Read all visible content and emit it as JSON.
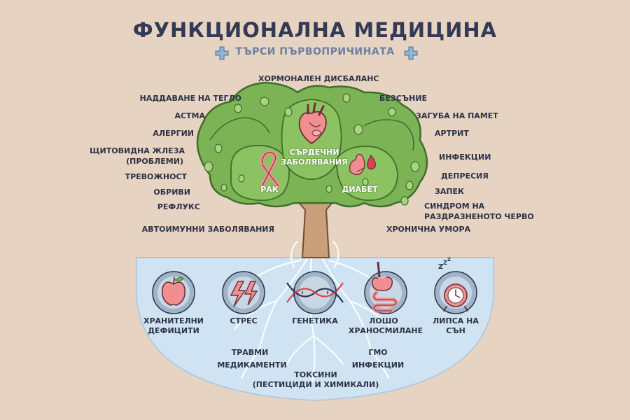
{
  "title": "ФУНКЦИОНАЛНА МЕДИЦИНА",
  "subtitle": "ТЪРСИ ПЪРВОПРИЧИНАТА",
  "colors": {
    "background": "#e6d3c1",
    "title": "#333a55",
    "subtitle": "#6b7fa3",
    "tree_green": "#7cb455",
    "tree_dark": "#3f6e2a",
    "trunk": "#c9a07a",
    "roots_bg": "#cfe3f3",
    "icon_circle": "#9fb3c9",
    "accent_pink": "#ee8a8a"
  },
  "left_symptoms": [
    "НАДДАВАНЕ НА ТЕГЛО",
    "АСТМА",
    "АЛЕРГИИ",
    "ЩИТОВИДНА ЖЛЕЗА",
    "(ПРОБЛЕМИ)",
    "ТРЕВОЖНОСТ",
    "ОБРИВИ",
    "РЕФЛУКС",
    "АВТОИМУННИ ЗАБОЛЯВАНИЯ"
  ],
  "right_symptoms": [
    "БЕЗСЪНИЕ",
    "ЗАГУБА НА ПАМЕТ",
    "АРТРИТ",
    "ИНФЕКЦИИ",
    "ДЕПРЕСИЯ",
    "ЗАПЕК",
    "СИНДРОМ НА",
    "РАЗДРАЗНЕНОТО ЧЕРВО",
    "ХРОНИЧНА УМОРА"
  ],
  "top_symptom": "ХОРМОНАЛЕН ДИСБАЛАНС",
  "tree_labels": {
    "cancer": "РАК",
    "heart_line1": "СЪРДЕЧНИ",
    "heart_line2": "ЗАБОЛЯВАНИЯ",
    "diabetes": "ДИАБЕТ"
  },
  "root_causes": {
    "nutrition_line1": "ХРАНИТЕЛНИ",
    "nutrition_line2": "ДЕФИЦИТИ",
    "stress": "СТРЕС",
    "genetics": "ГЕНЕТИКА",
    "digestion_line1": "ЛОШО",
    "digestion_line2": "ХРАНОСМИЛАНЕ",
    "sleep_line1": "ЛИПСА НА",
    "sleep_line2": "СЪН"
  },
  "deep_causes": {
    "trauma": "ТРАВМИ",
    "medications": "МЕДИКАМЕНТИ",
    "gmo": "ГМО",
    "infections": "ИНФЕКЦИИ",
    "toxins_line1": "ТОКСИНИ",
    "toxins_line2": "(ПЕСТИЦИДИ И ХИМИКАЛИ)"
  },
  "icons": {
    "cross": "medical-cross-icon",
    "apple": "apple-icon",
    "lightning": "lightning-icon",
    "dna": "dna-icon",
    "stomach": "stomach-intestine-icon",
    "sleep": "alarm-clock-zzz-icon",
    "heart": "heart-icon",
    "ribbon": "cancer-ribbon-icon",
    "pancreas": "pancreas-blood-drop-icon"
  }
}
